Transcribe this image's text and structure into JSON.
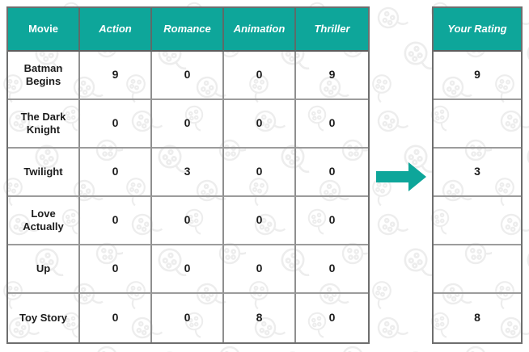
{
  "colors": {
    "teal": "#0EA69A",
    "border_outer": "#6e6e6e",
    "border_inner": "#9c9c9c",
    "pattern": "#ededed",
    "text": "#1c1c1c",
    "header_text": "#ffffff"
  },
  "left_table": {
    "headers": [
      "Movie",
      "Action",
      "Romance",
      "Animation",
      "Thriller"
    ],
    "rows": [
      {
        "movie": "Batman Begins",
        "values": [
          "9",
          "0",
          "0",
          "9"
        ]
      },
      {
        "movie": "The Dark Knight",
        "values": [
          "0",
          "0",
          "0",
          "0"
        ]
      },
      {
        "movie": "Twilight",
        "values": [
          "0",
          "3",
          "0",
          "0"
        ]
      },
      {
        "movie": "Love Actually",
        "values": [
          "0",
          "0",
          "0",
          "0"
        ]
      },
      {
        "movie": "Up",
        "values": [
          "0",
          "0",
          "0",
          "0"
        ]
      },
      {
        "movie": "Toy Story",
        "values": [
          "0",
          "0",
          "8",
          "0"
        ]
      }
    ]
  },
  "right_table": {
    "header": "Your Rating",
    "values": [
      "9",
      "",
      "3",
      "",
      "",
      "8"
    ]
  },
  "arrow": {
    "direction": "right"
  }
}
